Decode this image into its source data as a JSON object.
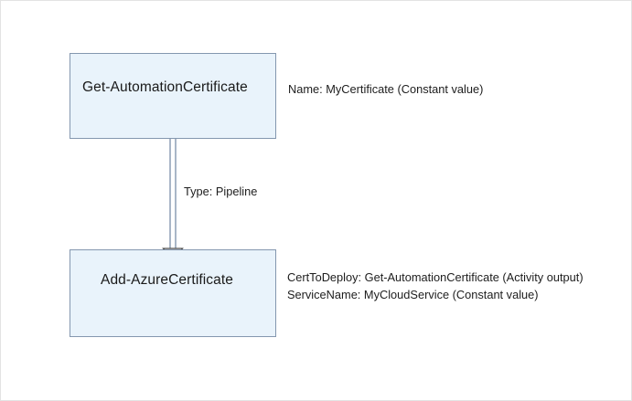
{
  "diagram": {
    "type": "workflow-activity-flow",
    "nodes": [
      {
        "id": "get-automation-certificate",
        "label": "Get-AutomationCertificate",
        "parameters": "Name: MyCertificate (Constant value)"
      },
      {
        "id": "add-azure-certificate",
        "label": "Add-AzureCertificate",
        "parameters_line1": "CertToDeploy: Get-AutomationCertificate (Activity output)",
        "parameters_line2": "ServiceName: MyCloudService (Constant value)"
      }
    ],
    "edges": [
      {
        "from": "get-automation-certificate",
        "to": "add-azure-certificate",
        "label": "Type: Pipeline"
      }
    ],
    "colors": {
      "node_fill": "#e9f3fb",
      "node_border": "#8497af",
      "connector": "#8497af",
      "canvas_border": "#e3e3e3",
      "text": "#1d1d1d"
    }
  }
}
